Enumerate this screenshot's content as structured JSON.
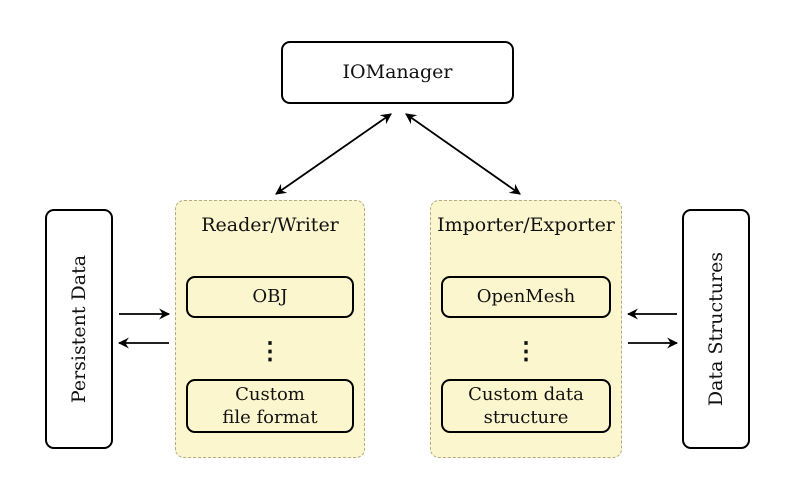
{
  "nodes": {
    "io_manager": "IOManager",
    "persistent_data": "Persistent Data",
    "data_structures": "Data Structures"
  },
  "reader_writer": {
    "title": "Reader/Writer",
    "item_top": "OBJ",
    "ellipsis": "⋮",
    "item_bottom": "Custom\nfile format"
  },
  "importer_exporter": {
    "title": "Importer/Exporter",
    "item_top": "OpenMesh",
    "ellipsis": "⋮",
    "item_bottom": "Custom data\nstructure"
  },
  "colors": {
    "group_fill": "#fbf6cd",
    "group_border": "#b1ab7f",
    "node_fill": "#fbf6cd",
    "plain_fill": "#ffffff",
    "node_border": "#000000",
    "arrow": "#000000"
  }
}
